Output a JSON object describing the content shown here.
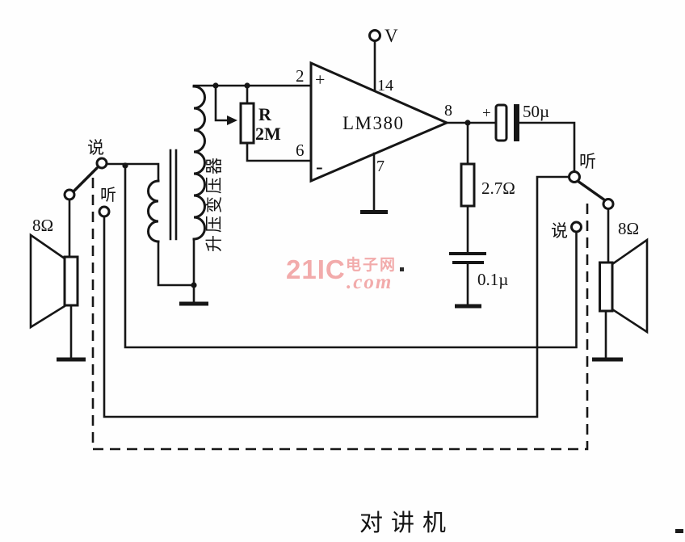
{
  "figure": {
    "caption": "对讲机"
  },
  "power": {
    "label": "V"
  },
  "amplifier": {
    "name": "LM380",
    "pin_in_plus": "2",
    "pin_in_minus": "6",
    "pin_vcc": "14",
    "pin_gnd": "7",
    "pin_out": "8",
    "in_plus_sign": "+",
    "in_minus_sign": "-"
  },
  "components": {
    "feedback_pot": {
      "ref": "R",
      "value": "2M"
    },
    "transformer": {
      "label": "升压变压器"
    },
    "output_cap": {
      "value": "50µ",
      "polarity": "+"
    },
    "zobel_resistor": {
      "value": "2.7Ω"
    },
    "zobel_cap": {
      "value": "0.1µ"
    }
  },
  "left_station": {
    "talk": "说",
    "listen": "听",
    "speaker_impedance": "8Ω"
  },
  "right_station": {
    "talk": "说",
    "listen": "听",
    "speaker_impedance": "8Ω"
  },
  "watermark": {
    "brand": "21IC",
    "site": "电子网",
    "domain": ".com",
    "color": "#f2abab"
  }
}
